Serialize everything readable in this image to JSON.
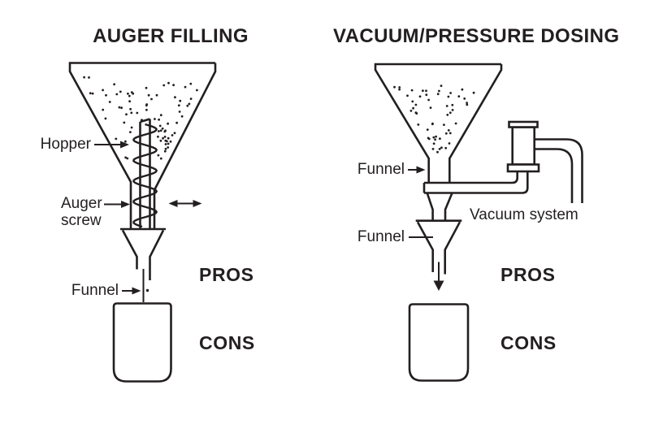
{
  "colors": {
    "background": "#ffffff",
    "ink": "#231f20"
  },
  "left_panel": {
    "title": "AUGER FILLING",
    "hopper_label": "Hopper",
    "auger_label_line1": "Auger",
    "auger_label_line2": "screw",
    "funnel_label": "Funnel",
    "pros_label": "PROS",
    "cons_label": "CONS"
  },
  "right_panel": {
    "title": "VACUUM/PRESSURE DOSING",
    "funnel_upper_label": "Funnel",
    "funnel_lower_label": "Funnel",
    "vacuum_label": "Vacuum system",
    "pros_label": "PROS",
    "cons_label": "CONS"
  }
}
